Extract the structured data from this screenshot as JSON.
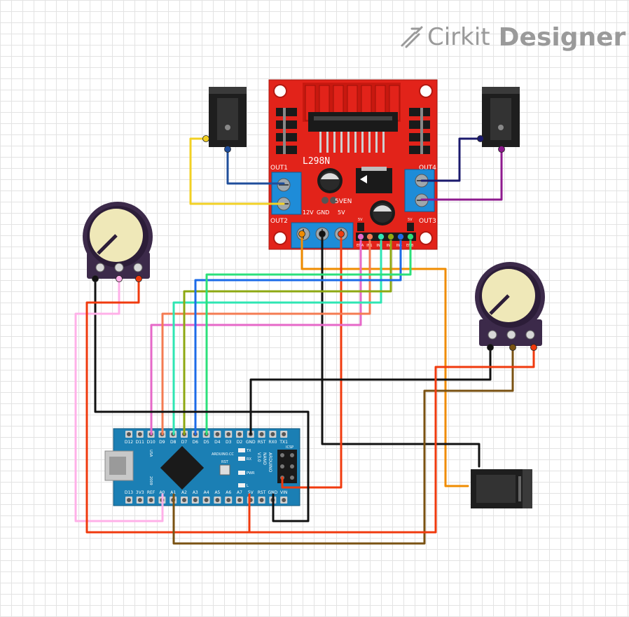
{
  "brand": {
    "name": "Cirkit",
    "product": "Designer"
  },
  "motor_driver": {
    "model": "L298N",
    "out1": "OUT1",
    "out2": "OUT2",
    "out3": "OUT3",
    "out4": "OUT4",
    "power_labels": [
      "12V",
      "GND",
      "5V"
    ],
    "jumper_label": "5VEN",
    "header_5v_left": "5V",
    "header_5v_right": "5V",
    "control_pins": [
      "ENA",
      "IN1",
      "IN2",
      "IN3",
      "IN4",
      "ENB"
    ]
  },
  "arduino": {
    "top_pins": [
      "D12",
      "D11",
      "D10",
      "D9",
      "D8",
      "D7",
      "D6",
      "D5",
      "D4",
      "D3",
      "D2",
      "GND",
      "RST",
      "RX0",
      "TX1"
    ],
    "bottom_pins": [
      "D13",
      "3V3",
      "REF",
      "A0",
      "A1",
      "A2",
      "A3",
      "A4",
      "A5",
      "A6",
      "A7",
      "5V",
      "RST",
      "GND",
      "VIN"
    ],
    "board_text": [
      "ARDUINO",
      "NANO",
      "V3.0"
    ],
    "site_text": "ARDUINO.CC",
    "side_text": [
      "USA",
      "2009"
    ],
    "led_labels": [
      "TX",
      "RX",
      "PWR",
      "L"
    ],
    "reset_label": "RST",
    "icsp_label": "ICSP"
  },
  "wire_colors": {
    "yellow": "#f2d024",
    "blue_dark": "#1f4e9b",
    "navy": "#1b1a6e",
    "purple": "#8e1a8e",
    "orange": "#f08c00",
    "black": "#111111",
    "red": "#f03a0e",
    "pink": "#e668c8",
    "salmon": "#f47b52",
    "teal": "#2ee6b3",
    "olive": "#8ea812",
    "blue": "#1c6be8",
    "green": "#2be07a",
    "light_pink": "#ffb0e8",
    "brown": "#7a5212"
  }
}
